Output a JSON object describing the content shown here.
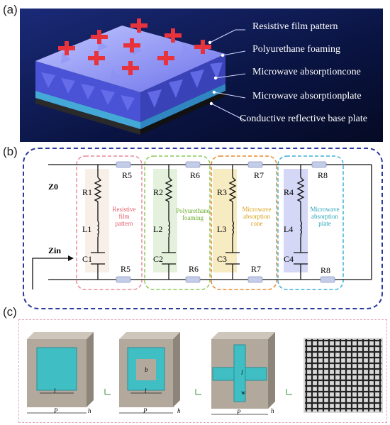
{
  "panel_a": {
    "label": "(a)",
    "layers": [
      "Resistive film pattern",
      "Polyurethane foaming",
      "Microwave absorptioncone",
      "Microwave absorptionplate",
      "Conductive reflective base plate"
    ],
    "colors": {
      "bg": "#0a1640",
      "foam": "#6f74e8",
      "cone": "#4a53d6",
      "plate": "#45a9d8",
      "base": "#1a1a1a",
      "cross": "#e8323c"
    }
  },
  "panel_b": {
    "label": "(b)",
    "z0": "Z0",
    "zin": "Zin",
    "groups": [
      {
        "title": [
          "Resistive",
          "film",
          "pattern"
        ],
        "color": "#e05a68",
        "border": "#e88a9a",
        "R": "R1",
        "L": "L1",
        "C": "C1",
        "Rtop": "R5",
        "Rbot": "R5"
      },
      {
        "title": [
          "Polyurethane",
          "foaming"
        ],
        "color": "#6aaa2c",
        "border": "#8cc95a",
        "R": "R2",
        "L": "L2",
        "C": "C2",
        "Rtop": "R6",
        "Rbot": "R6"
      },
      {
        "title": [
          "Microwave",
          "absorption",
          "cone"
        ],
        "color": "#d9a21a",
        "border": "#e88a2a",
        "R": "R3",
        "L": "L3",
        "C": "C3",
        "Rtop": "R7",
        "Rbot": "R7"
      },
      {
        "title": [
          "Microwave",
          "absorption",
          "plate"
        ],
        "color": "#2aa6b8",
        "border": "#3cb0d8",
        "R": "R4",
        "L": "L4",
        "C": "C4",
        "Rtop": "R8",
        "Rbot": "R8"
      }
    ],
    "frame_color": "#2a3a9a"
  },
  "panel_c": {
    "label": "(c)",
    "cells": [
      {
        "pattern": "square",
        "inner_label": "l",
        "dim_p": "P",
        "dim_h": "h"
      },
      {
        "pattern": "ring",
        "inner_label": "l",
        "inner_label2": "b",
        "dim_p": "P",
        "dim_h": "h"
      },
      {
        "pattern": "cross",
        "inner_label": "l",
        "inner_label2": "w",
        "dim_p": "P",
        "dim_h": "h"
      }
    ],
    "colors": {
      "block": "#b2a89c",
      "film": "#3fbfc4",
      "frame": "#e6a8b8"
    }
  }
}
